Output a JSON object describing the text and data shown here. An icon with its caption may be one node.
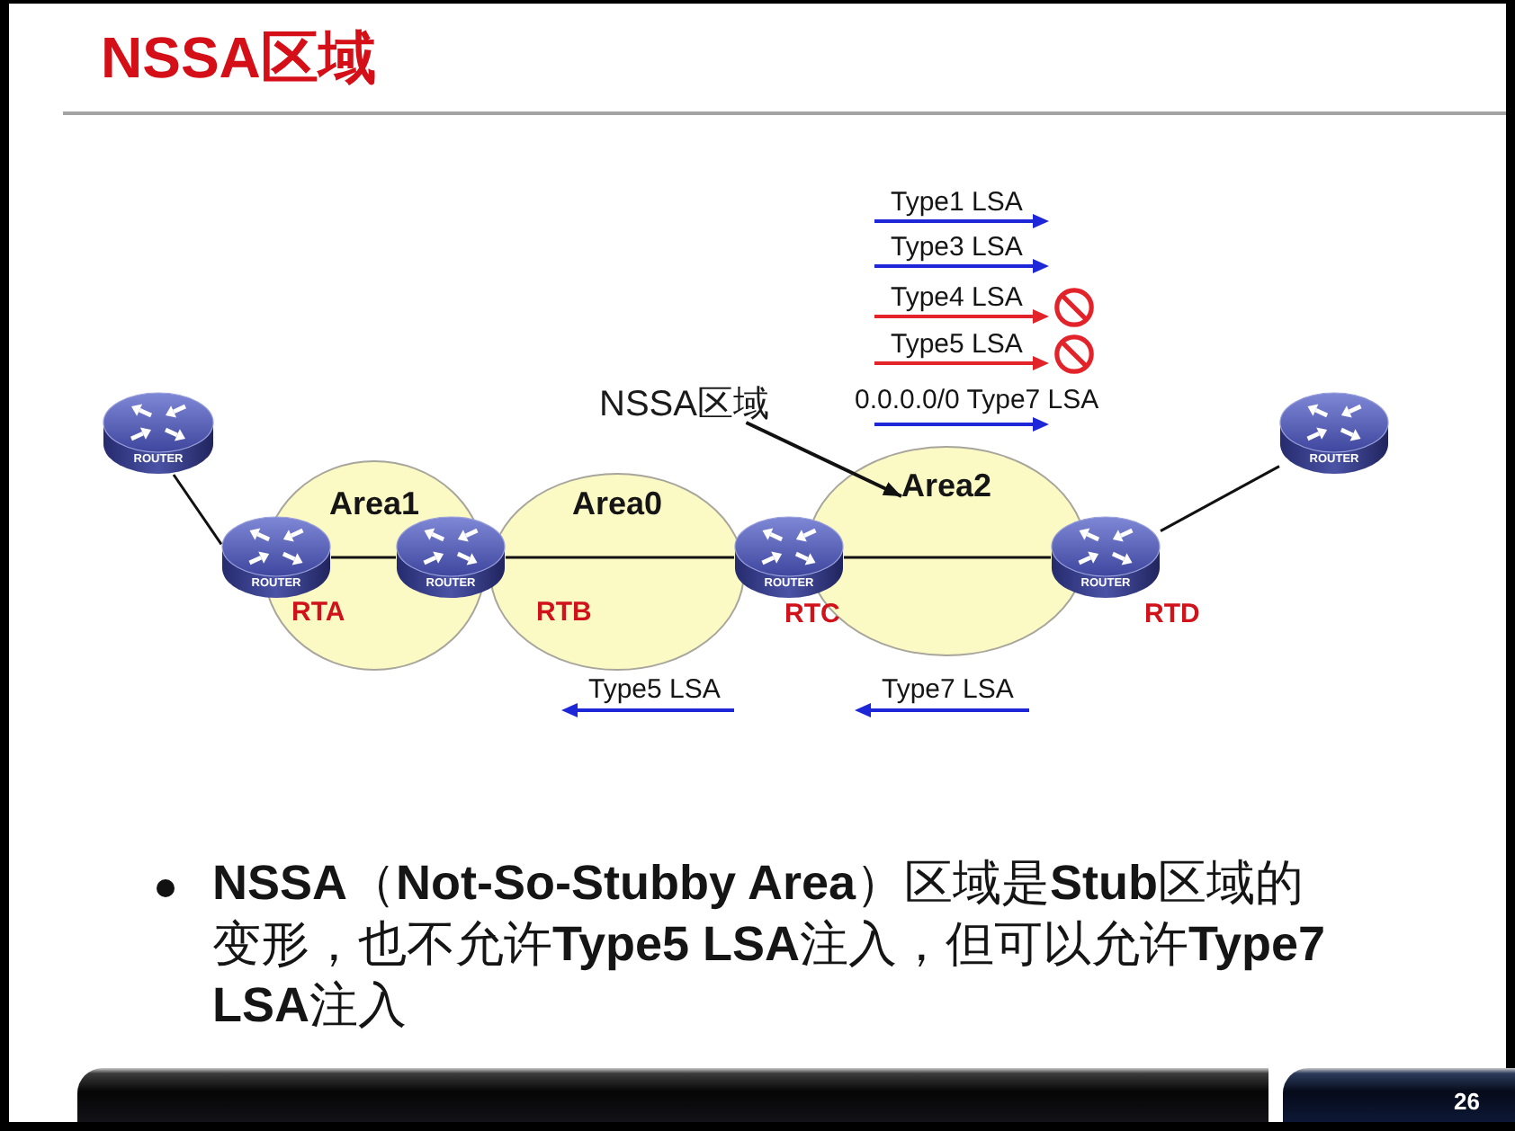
{
  "diagram": {
    "title": "NSSA区域",
    "nodes": [
      {
        "text": [
          "ROUTER"
        ]
      },
      {
        "text": [
          "Area1"
        ]
      },
      {
        "text": [
          "Area0"
        ]
      },
      {
        "text": [
          "NSSA区域"
        ]
      },
      {
        "text": [
          "Area2"
        ]
      },
      {
        "text": [
          "ROUTER"
        ]
      },
      {
        "text": [
          "ROUTER"
        ],
        "beside": [
          "RTA"
        ]
      },
      {
        "text": [
          "ROUTER"
        ],
        "beside": [
          "RTB"
        ]
      },
      {
        "text": [
          "ROUTER"
        ],
        "beside": [
          "RTC"
        ]
      },
      {
        "text": [
          "ROUTER"
        ],
        "beside": [
          "RTD"
        ]
      }
    ],
    "edges": [
      {
        "from": 0,
        "to": 6,
        "arrow": "none"
      },
      {
        "from": 6,
        "to": 7,
        "arrow": "none"
      },
      {
        "from": 7,
        "to": 8,
        "arrow": "none"
      },
      {
        "from": 8,
        "to": 9,
        "arrow": "none"
      },
      {
        "from": 9,
        "to": 5,
        "arrow": "none"
      },
      {
        "from": 3,
        "to": 4,
        "arrow": "to"
      }
    ],
    "labels": [
      "Type1 LSA",
      "Type3 LSA",
      "Type4 LSA",
      "Type5 LSA",
      "0.0.0.0/0 Type7 LSA",
      "Type5 LSA",
      "Type7 LSA",
      "**NSSA**（**Not-So-Stubby Area**）区域是**Stub**区域的变形，也不允许**Type5 LSA**注入，但可以允许**Type7 LSA**注入",
      "26"
    ]
  }
}
